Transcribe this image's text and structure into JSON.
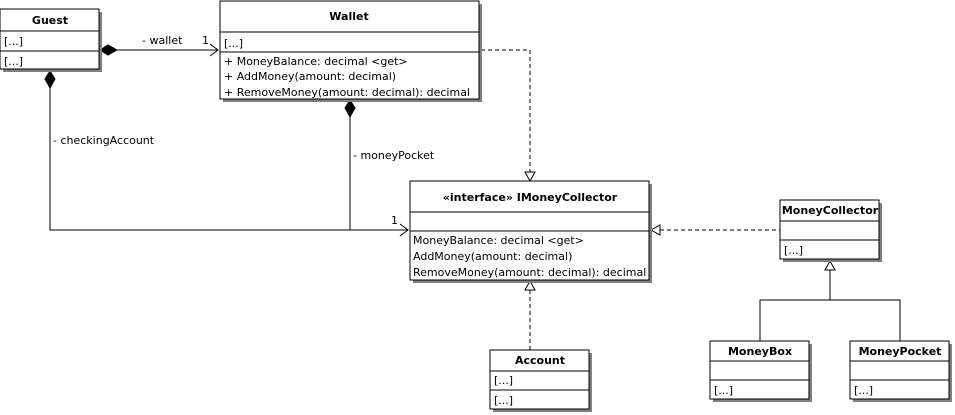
{
  "classes": {
    "guest": {
      "title": "Guest",
      "attributes": "[...]",
      "operations": "[...]"
    },
    "wallet": {
      "title": "Wallet",
      "attributes": "[...]",
      "operations": [
        "+ MoneyBalance: decimal <get>",
        "+ AddMoney(amount: decimal)",
        "+ RemoveMoney(amount: decimal): decimal"
      ]
    },
    "imoneycollector": {
      "title": "«interface» IMoneyCollector",
      "operations": [
        "MoneyBalance: decimal <get>",
        "AddMoney(amount: decimal)",
        "RemoveMoney(amount: decimal): decimal"
      ]
    },
    "moneycollector": {
      "title": "MoneyCollector",
      "operations": "[...]"
    },
    "account": {
      "title": "Account",
      "attributes": "[...]",
      "operations": "[...]"
    },
    "moneybox": {
      "title": "MoneyBox",
      "operations": "[...]"
    },
    "moneypocket": {
      "title": "MoneyPocket",
      "operations": "[...]"
    }
  },
  "relations": {
    "guest_wallet": {
      "role": "- wallet",
      "multiplicity": "1"
    },
    "guest_checking": {
      "role": "- checkingAccount",
      "multiplicity": "1"
    },
    "wallet_pocket": {
      "role": "- moneyPocket"
    }
  }
}
